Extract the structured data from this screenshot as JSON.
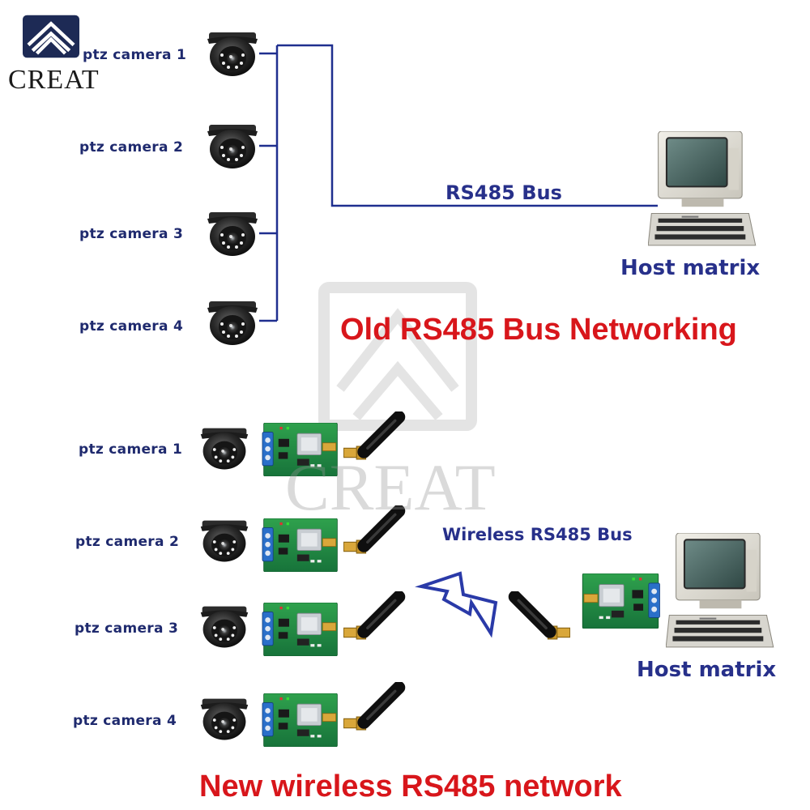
{
  "brand": {
    "logo_text": "CREAT",
    "watermark_text": "CREAT"
  },
  "old_network": {
    "title": "Old RS485 Bus Networking",
    "bus_label": "RS485 Bus",
    "host_label": "Host matrix",
    "cameras": [
      "ptz camera 1",
      "ptz camera 2",
      "ptz camera 3",
      "ptz camera 4"
    ]
  },
  "new_network": {
    "title": "New wireless RS485 network",
    "bus_label": "Wireless RS485 Bus",
    "host_label": "Host matrix",
    "cameras": [
      "ptz camera 1",
      "ptz camera 2",
      "ptz camera 3",
      "ptz camera 4"
    ]
  },
  "colors": {
    "title_red": "#d8161b",
    "label_blue": "#27308a",
    "bus_line": "#1f2f8f",
    "pcb_green": "#1e8a3c"
  }
}
